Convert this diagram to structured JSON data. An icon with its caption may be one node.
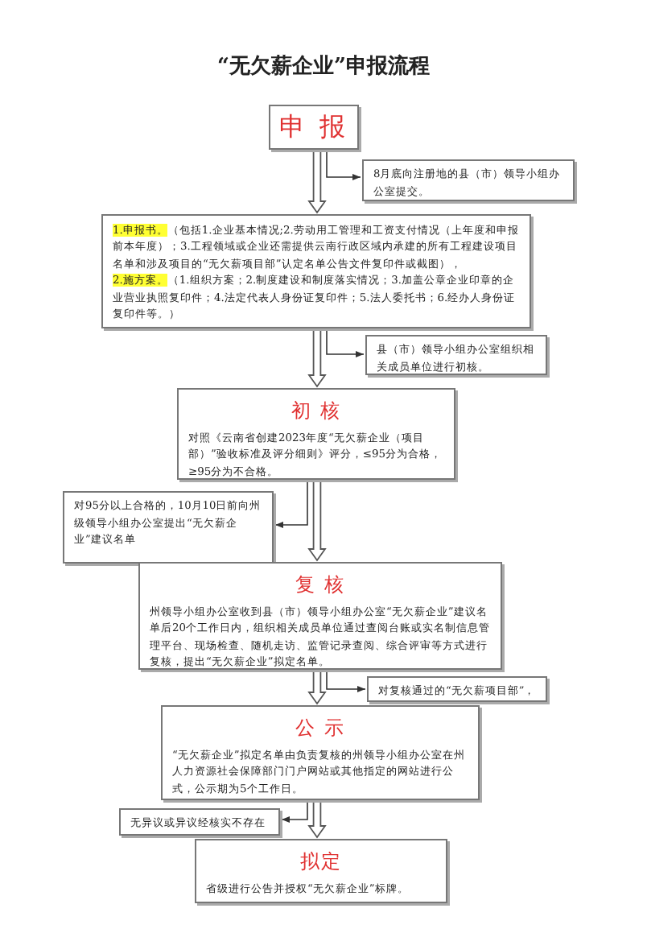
{
  "diagram": {
    "title": "“无欠薪企业”申报流程",
    "nodes": [
      {
        "text": [
          "申 报"
        ]
      },
      {
        "text": [
          "8月底向注册地的县（市）领导小组办公室提交。"
        ]
      },
      {
        "text": [
          "1.申报书。",
          "（包括1.企业基本情况;2.劳动用工管理和工资支付情况（上年度和申报前本年度）；3.工程领域或企业还需提供云南行政区域内承建的所有工程建设项目名单和涉及项目的“无欠薪项目部”认定名单公告文件复印件或截图），",
          "2.施方案。",
          "（1.组织方案；2.制度建设和制度落实情况；3.加盖公章企业印章的企业营业执照复印件；4.法定代表人身份证复印件；5.法人委托书；6.经办人身份证复印件等。）"
        ]
      },
      {
        "text": [
          "县（市）领导小组办公室组织相关成员单位进行初核。"
        ]
      },
      {
        "text": [
          "初 核",
          "对照《云南省创建2023年度“无欠薪企业（项目部）”验收标准及评分细则》评分，≤95分为合格，≥95分为不合格。"
        ]
      },
      {
        "text": [
          "对95分以上合格的，10月10日前向州级领导小组办公室提出“无欠薪企业”建议名单"
        ]
      },
      {
        "text": [
          "复 核",
          "州领导小组办公室收到县（市）领导小组办公室“无欠薪企业”建议名单后20个工作日内，组织相关成员单位通过查阅台账或实名制信息管理平台、现场检查、随机走访、监管记录查阅、综合评审等方式进行复核，提出“无欠薪企业”拟定名单。"
        ]
      },
      {
        "text": [
          "对复核通过的“无欠薪项目部”，"
        ]
      },
      {
        "text": [
          "公 示",
          "“无欠薪企业”拟定名单由负责复核的州领导小组办公室在州人力资源社会保障部门门户网站或其他指定的网站进行公式，公示期为5个工作日。"
        ]
      },
      {
        "text": [
          "无异议或异议经核实不存在"
        ]
      },
      {
        "text": [
          "拟定",
          "省级进行公告并授权“无欠薪企业”标牌。"
        ]
      }
    ],
    "edges": [
      {
        "from": 0,
        "to": 2,
        "arrow": "to"
      },
      {
        "from": 0,
        "to": 1,
        "arrow": "to"
      },
      {
        "from": 2,
        "to": 4,
        "arrow": "to"
      },
      {
        "from": 2,
        "to": 3,
        "arrow": "to"
      },
      {
        "from": 4,
        "to": 6,
        "arrow": "to"
      },
      {
        "from": 4,
        "to": 5,
        "arrow": "to"
      },
      {
        "from": 6,
        "to": 8,
        "arrow": "to"
      },
      {
        "from": 6,
        "to": 7,
        "arrow": "to"
      },
      {
        "from": 8,
        "to": 10,
        "arrow": "to"
      },
      {
        "from": 8,
        "to": 9,
        "arrow": "to"
      }
    ]
  }
}
